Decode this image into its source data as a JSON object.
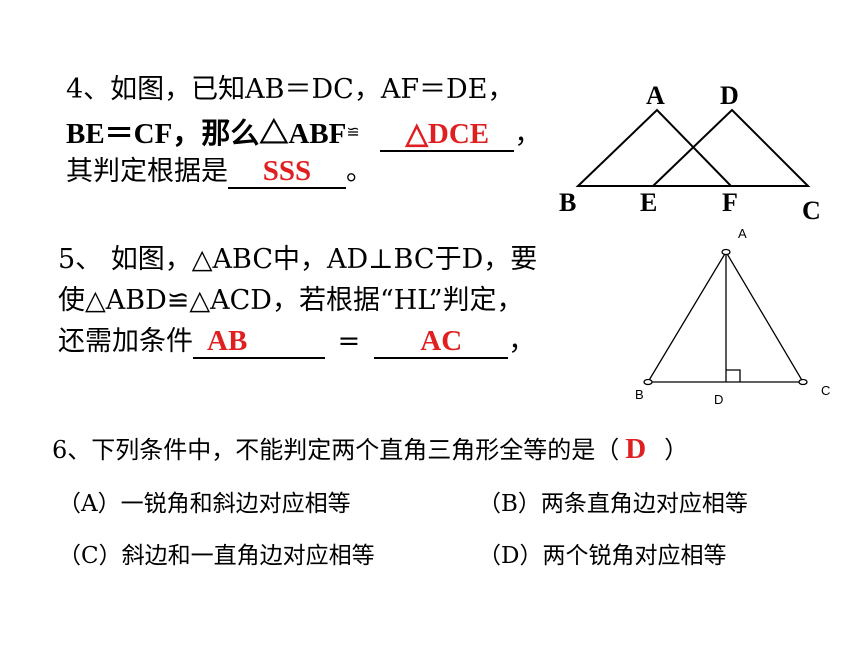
{
  "q4": {
    "line1": "4、如图，已知AB＝DC，AF＝DE，",
    "line2_prefix": "BE＝CF，那么△ABF",
    "congruent_symbol": "≌",
    "answer1": "△DCE",
    "line2_suffix": "，",
    "line3_prefix": "其判定根据是",
    "answer2": "SSS",
    "line3_suffix": "。",
    "figure_labels": {
      "A": "A",
      "D": "D",
      "B": "B",
      "E": "E",
      "F": "F",
      "C": "C"
    }
  },
  "q5": {
    "line1": "5、 如图，△ABC中，AD⊥BC于D，要",
    "line2": "使△ABD≌△ACD，若根据“HL”判定，",
    "line3_prefix": "还需加条件",
    "answer1": "AB",
    "equals": "=",
    "answer2": "AC",
    "line3_suffix": "，",
    "figure_labels": {
      "A": "A",
      "B": "B",
      "C": "C",
      "D": "D"
    }
  },
  "q6": {
    "stem_prefix": "6、下列条件中，不能判定两个直角三角形全等的是（",
    "answer": "D",
    "stem_suffix": "）",
    "options": [
      "（A）一锐角和斜边对应相等",
      "（B）两条直角边对应相等",
      "（C）斜边和一直角边对应相等",
      "（D）两个锐角对应相等"
    ]
  },
  "colors": {
    "answer": "#e02020",
    "text": "#000000"
  }
}
